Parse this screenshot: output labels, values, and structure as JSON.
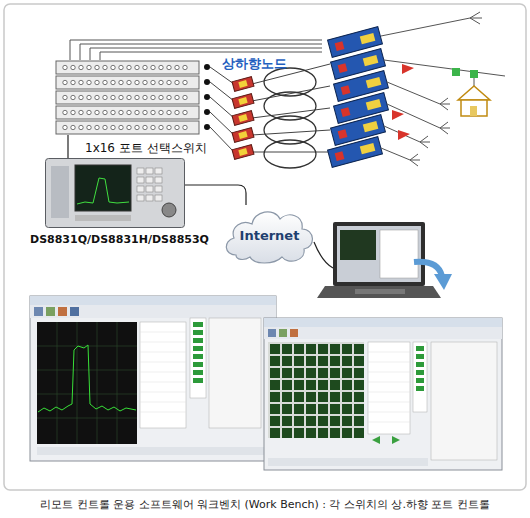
{
  "diagram": {
    "caption": "리모트 컨트롤 운용 소프트웨어 워크벤치 (Work Bench) : 각 스위치의 상.하향 포트 컨트롤",
    "nodes": [
      {
        "text": [
          "1x16 포트 선택스위치"
        ]
      },
      {
        "text": [
          "DS8831Q/DS8831H/DS8853Q"
        ]
      },
      {
        "text": [
          "Internet"
        ]
      }
    ],
    "edges": [
      {
        "from": 0,
        "to": 1,
        "arrow": "none"
      },
      {
        "from": 1,
        "to": 2,
        "arrow": "none"
      }
    ],
    "labels": [
      "상하향노드"
    ]
  }
}
